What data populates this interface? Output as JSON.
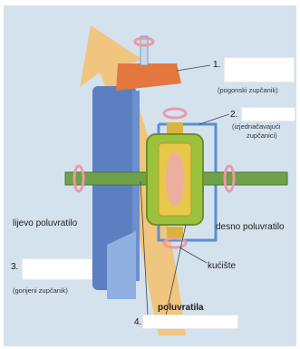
{
  "labels": {
    "n1": "1.",
    "n1_sub": "(pogonski zupčanik)",
    "n2": "2.",
    "n2_sub_a": "(izjednačavajući",
    "n2_sub_b": "zupčanici)",
    "left_shaft": "lijevo poluvratilo",
    "right_shaft": "desno poluvratilo",
    "n3": "3.",
    "n3_sub": "(gonjeni zupčanik)",
    "housing": "kućište",
    "n4": "4.",
    "half_shafts": "poluvratila"
  },
  "colors": {
    "background": "#d4e2ee",
    "arrow": "#f4c06b",
    "ring_gear": "#5b7fc0",
    "pinion": "#e4773e",
    "case": "#9ac23c",
    "shaft": "#6fa04a",
    "frame": "#5a8ed0",
    "pink_arrow": "#e89aa8"
  }
}
